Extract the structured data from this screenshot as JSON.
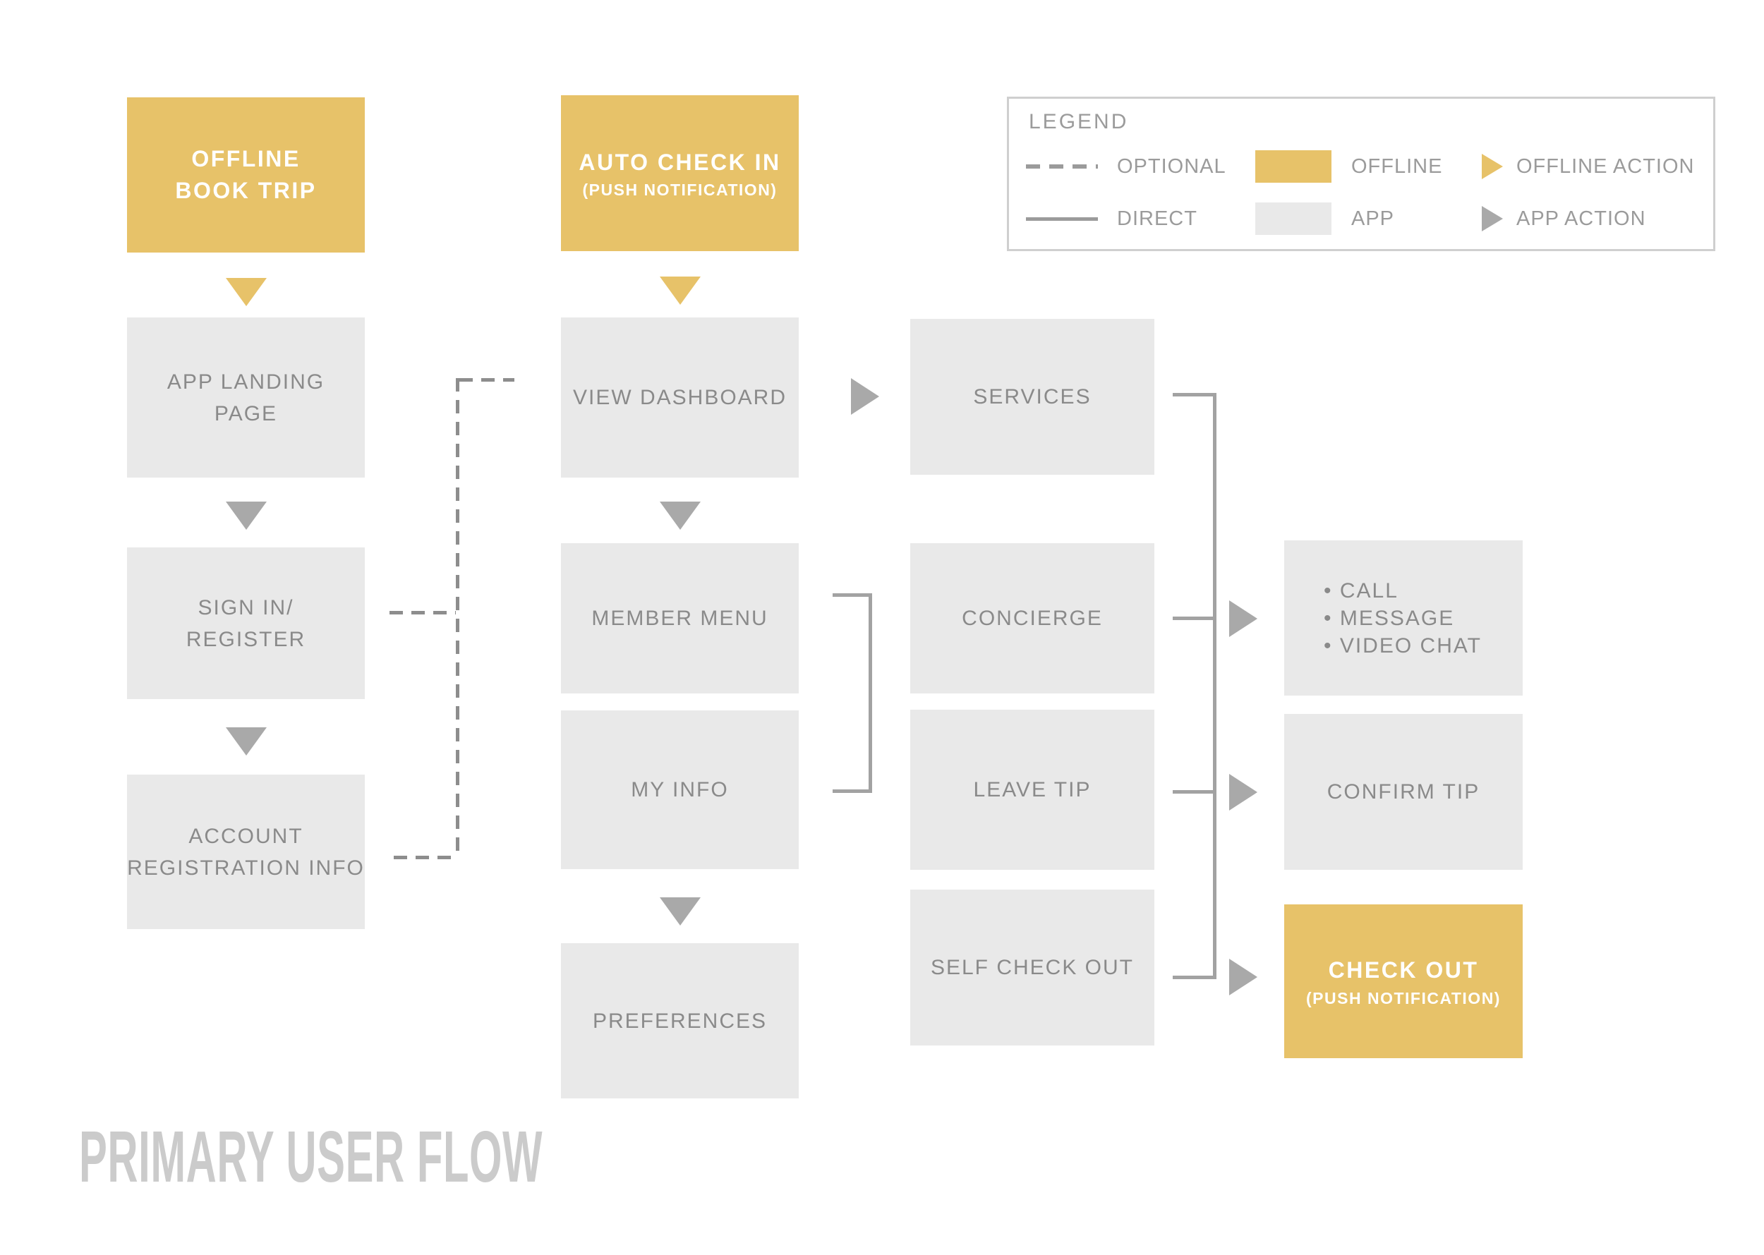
{
  "title": "PRIMARY USER FLOW",
  "colors": {
    "offline": "#e7c269",
    "app-box": "#e9e9e9",
    "node-text": "#8a8a8a",
    "arrow-gray": "#a9a9a9",
    "line": "#a2a2a2",
    "dash": "#8d8d8d",
    "legend-border": "#cfcfcf",
    "legend-text": "#9b9b9b",
    "title-text": "#cbcbcb",
    "offline-text": "#ffffff"
  },
  "legend": {
    "heading": "LEGEND",
    "optional": "OPTIONAL",
    "direct": "DIRECT",
    "offline": "OFFLINE",
    "app": "APP",
    "offline_action": "OFFLINE ACTION",
    "app_action": "APP ACTION"
  },
  "nodes": {
    "offline_book_trip": {
      "title": "OFFLINE\nBOOK TRIP",
      "type": "offline"
    },
    "auto_check_in": {
      "title": "AUTO CHECK IN",
      "subtitle": "(PUSH NOTIFICATION)",
      "type": "offline"
    },
    "app_landing_page": {
      "title": "APP LANDING\nPAGE",
      "type": "app"
    },
    "sign_in_register": {
      "title": "SIGN IN/\nREGISTER",
      "type": "app"
    },
    "account_registration_info": {
      "title": "ACCOUNT\nREGISTRATION INFO",
      "type": "app"
    },
    "view_dashboard": {
      "title": "VIEW DASHBOARD",
      "type": "app"
    },
    "member_menu": {
      "title": "MEMBER MENU",
      "type": "app"
    },
    "my_info": {
      "title": "MY INFO",
      "type": "app"
    },
    "preferences": {
      "title": "PREFERENCES",
      "type": "app"
    },
    "services": {
      "title": "SERVICES",
      "type": "app"
    },
    "concierge": {
      "title": "CONCIERGE",
      "type": "app"
    },
    "leave_tip": {
      "title": "LEAVE TIP",
      "type": "app"
    },
    "self_check_out": {
      "title": "SELF CHECK OUT",
      "type": "app"
    },
    "contact_options": {
      "title": "• CALL\n• MESSAGE\n• VIDEO CHAT",
      "type": "app"
    },
    "confirm_tip": {
      "title": "CONFIRM TIP",
      "type": "app"
    },
    "check_out": {
      "title": "CHECK OUT",
      "subtitle": "(PUSH NOTIFICATION)",
      "type": "offline"
    }
  }
}
